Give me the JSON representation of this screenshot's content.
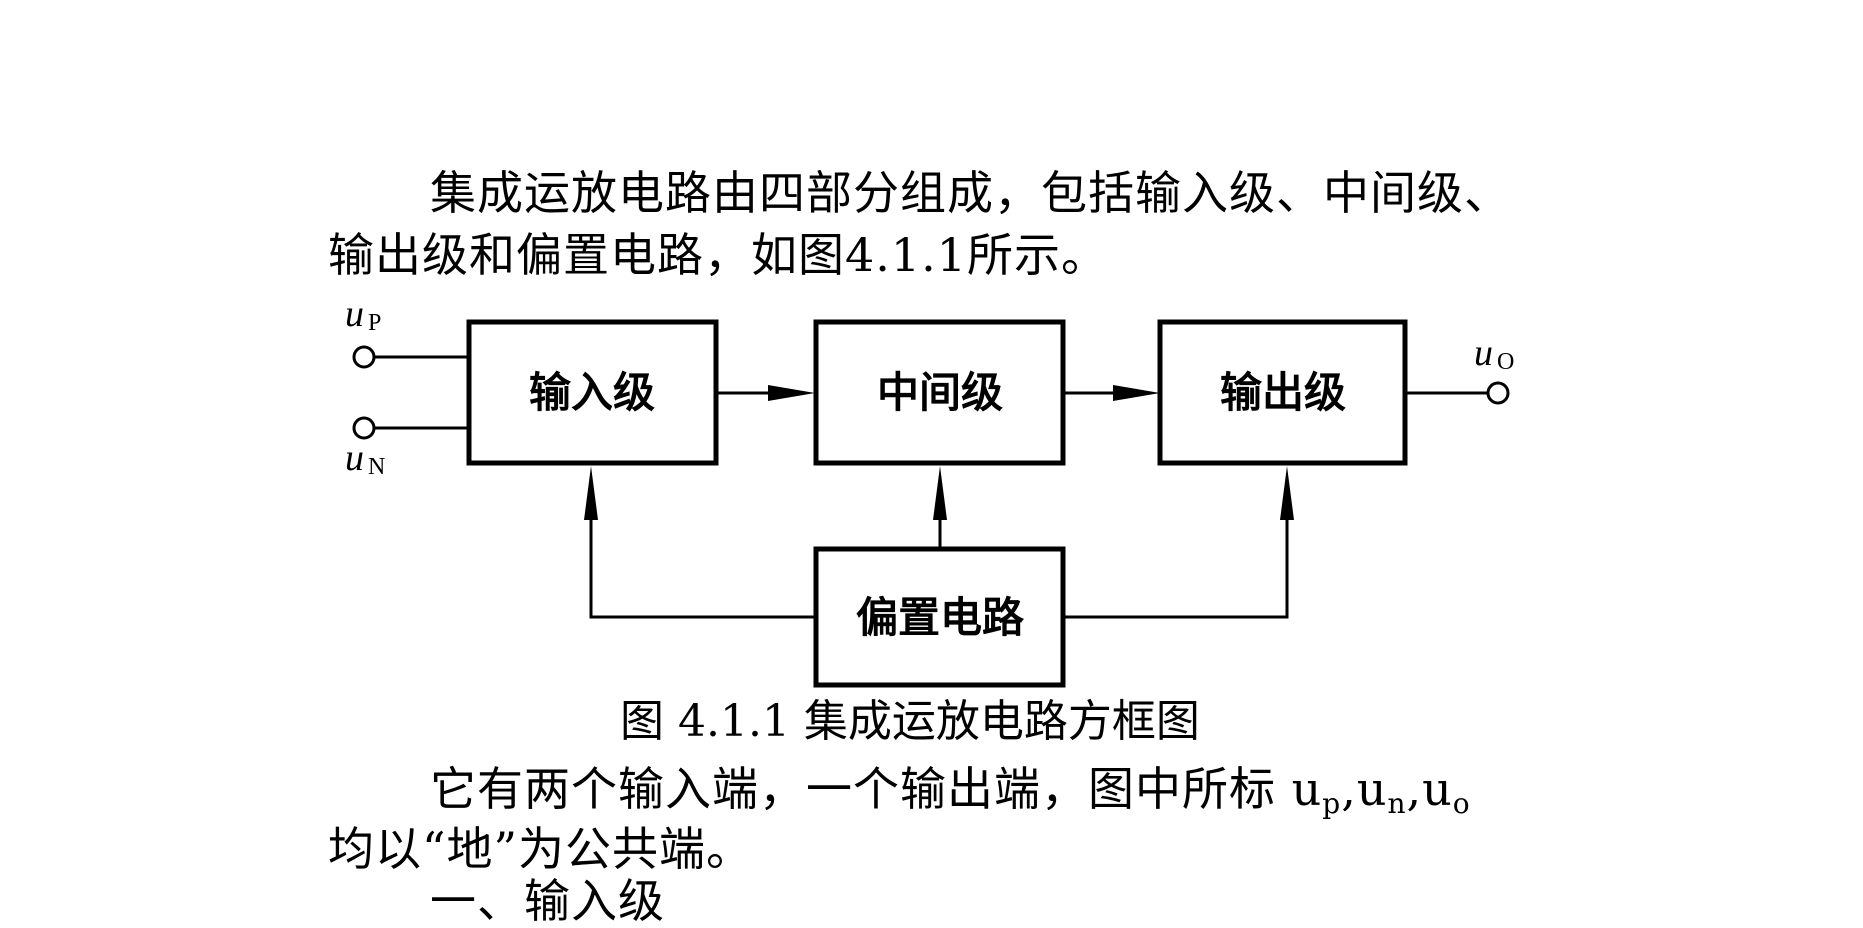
{
  "paragraphs": {
    "p1_line1": "集成运放电路由四部分组成，包括输入级、中间级、",
    "p1_line2": "输出级和偏置电路，如图4.1.1所示。",
    "p2_line1_text": "它有两个输入端，一个输出端，图中所标 ",
    "p2_u1": "u",
    "p2_s1": "p",
    "p2_sep1": ",",
    "p2_u2": "u",
    "p2_s2": "n",
    "p2_sep2": ",",
    "p2_u3": "u",
    "p2_s3": "o",
    "p2_line2": "均以“地”为公共端。",
    "heading_partial": "一、输入级"
  },
  "diagram": {
    "blocks": {
      "input": "输入级",
      "middle": "中间级",
      "output": "输出级",
      "bias": "偏置电路"
    },
    "signals": {
      "up_main": "u",
      "up_sub": "P",
      "un_main": "u",
      "un_sub": "N",
      "uo_main": "u",
      "uo_sub": "O"
    },
    "caption": "图 4.1.1 集成运放电路方框图"
  }
}
